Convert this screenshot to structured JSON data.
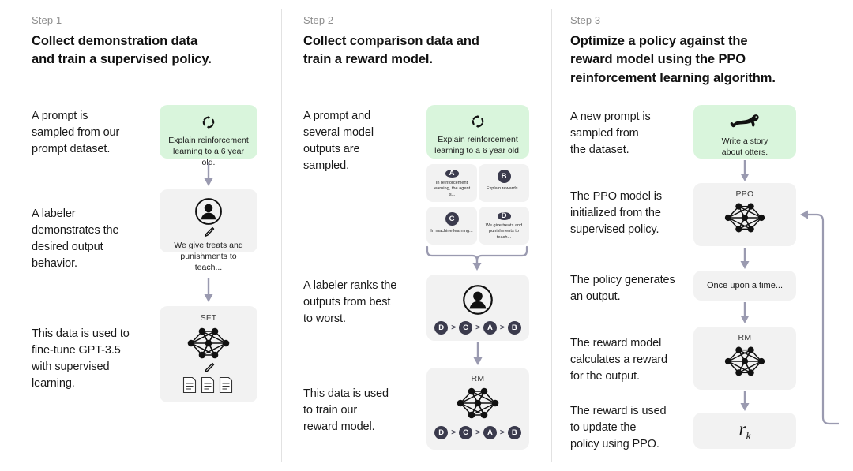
{
  "diagram": {
    "title": "RLHF three-step training process",
    "background_color": "#ffffff",
    "accent_green": "#d9f5dc",
    "card_gray": "#f2f2f2",
    "badge_color": "#3b3b4d",
    "arrow_color": "#9a9ab0"
  },
  "columns": [
    {
      "step_label": "Step 1",
      "title_line1": "Collect demonstration data",
      "title_line2": "and train a supervised policy.",
      "descriptions": [
        "A prompt is\nsampled from our\nprompt dataset.",
        "A labeler\ndemonstrates the\ndesired output\nbehavior.",
        "This data is used to\nfine-tune GPT-3.5\nwith supervised\nlearning."
      ],
      "cards": [
        {
          "name": "prompt-card",
          "icon": "refresh-icon",
          "text": "Explain reinforcement\nlearning to a 6 year old.",
          "variant": "green"
        },
        {
          "name": "labeler-card",
          "icon": "person-icon",
          "sub_icon": "pencil-icon",
          "text": "We give treats and\npunishments to teach...",
          "variant": "gray"
        },
        {
          "name": "sft-card",
          "title": "SFT",
          "icon": "neural-net-icon",
          "sub_icon": "pencil-icon",
          "extra_icon": "documents-icon",
          "variant": "gray"
        }
      ]
    },
    {
      "step_label": "Step 2",
      "title_line1": "Collect comparison data and",
      "title_line2": "train a reward model.",
      "descriptions": [
        "A prompt and\nseveral model\noutputs are\nsampled.",
        "A labeler ranks the\noutputs from best\nto worst.",
        "This data is used\nto train our\nreward model."
      ],
      "cards": [
        {
          "name": "prompt-card",
          "icon": "refresh-icon",
          "text": "Explain reinforcement\nlearning to a 6 year old.",
          "variant": "green"
        },
        {
          "name": "ranking-card",
          "icon": "person-icon",
          "ranking": [
            "D",
            "C",
            "A",
            "B"
          ],
          "variant": "gray"
        },
        {
          "name": "rm-card",
          "title": "RM",
          "icon": "neural-net-icon",
          "ranking": [
            "D",
            "C",
            "A",
            "B"
          ],
          "variant": "gray"
        }
      ],
      "outputs": [
        {
          "label": "A",
          "text": "In reinforcement learning, the agent is..."
        },
        {
          "label": "B",
          "text": "Explain rewards..."
        },
        {
          "label": "C",
          "text": "In machine learning..."
        },
        {
          "label": "D",
          "text": "We give treats and punishments to teach..."
        }
      ]
    },
    {
      "step_label": "Step 3",
      "title_line1": "Optimize a policy against the",
      "title_line2": "reward model using the PPO",
      "title_line3": "reinforcement learning algorithm.",
      "descriptions": [
        "A new prompt is\nsampled from\nthe dataset.",
        "The PPO model is\ninitialized from the\nsupervised policy.",
        "The policy generates\nan output.",
        "The reward model\ncalculates a reward\nfor the output.",
        "The reward is used\nto update the\npolicy using PPO."
      ],
      "cards": [
        {
          "name": "prompt-card",
          "icon": "otter-icon",
          "text": "Write a story\nabout otters.",
          "variant": "green"
        },
        {
          "name": "ppo-card",
          "title": "PPO",
          "icon": "neural-net-icon",
          "variant": "gray"
        },
        {
          "name": "output-card",
          "text": "Once upon a time...",
          "variant": "gray"
        },
        {
          "name": "rm-card",
          "title": "RM",
          "icon": "neural-net-icon",
          "variant": "gray"
        },
        {
          "name": "reward-card",
          "text": "r",
          "subscript": "k",
          "variant": "gray"
        }
      ]
    }
  ]
}
